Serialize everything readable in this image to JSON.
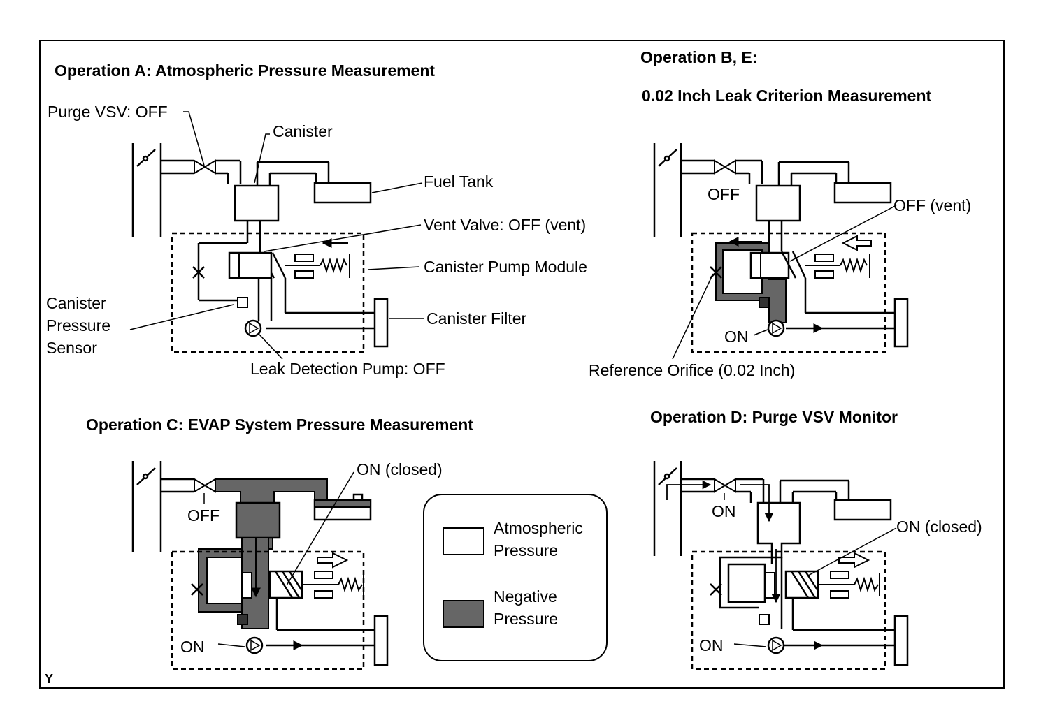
{
  "panels": {
    "a": {
      "title": "Operation A: Atmospheric Pressure Measurement",
      "labels": {
        "purge_vsv": "Purge VSV: OFF",
        "canister": "Canister",
        "fuel_tank": "Fuel Tank",
        "vent_valve": "Vent Valve: OFF (vent)",
        "pump_module": "Canister Pump Module",
        "sensor_1": "Canister",
        "sensor_2": "Pressure",
        "sensor_3": "Sensor",
        "filter": "Canister Filter",
        "leak_pump": "Leak Detection Pump: OFF"
      }
    },
    "b": {
      "title_1": "Operation B, E:",
      "title_2": "0.02 Inch Leak Criterion Measurement",
      "labels": {
        "vsv": "OFF",
        "vent": "OFF (vent)",
        "pump": "ON",
        "orifice": "Reference Orifice (0.02 Inch)"
      }
    },
    "c": {
      "title": "Operation C: EVAP System Pressure Measurement",
      "labels": {
        "vsv": "OFF",
        "vent": "ON (closed)",
        "pump": "ON"
      }
    },
    "d": {
      "title": "Operation D: Purge VSV Monitor",
      "labels": {
        "vsv": "ON",
        "vent": "ON (closed)",
        "pump": "ON"
      }
    }
  },
  "legend": {
    "atmospheric_1": "Atmospheric",
    "atmospheric_2": "Pressure",
    "negative_1": "Negative",
    "negative_2": "Pressure"
  },
  "corner_mark": "Y",
  "colors": {
    "negative_pressure": "#666666",
    "atmospheric_pressure": "#ffffff",
    "line": "#000000"
  }
}
